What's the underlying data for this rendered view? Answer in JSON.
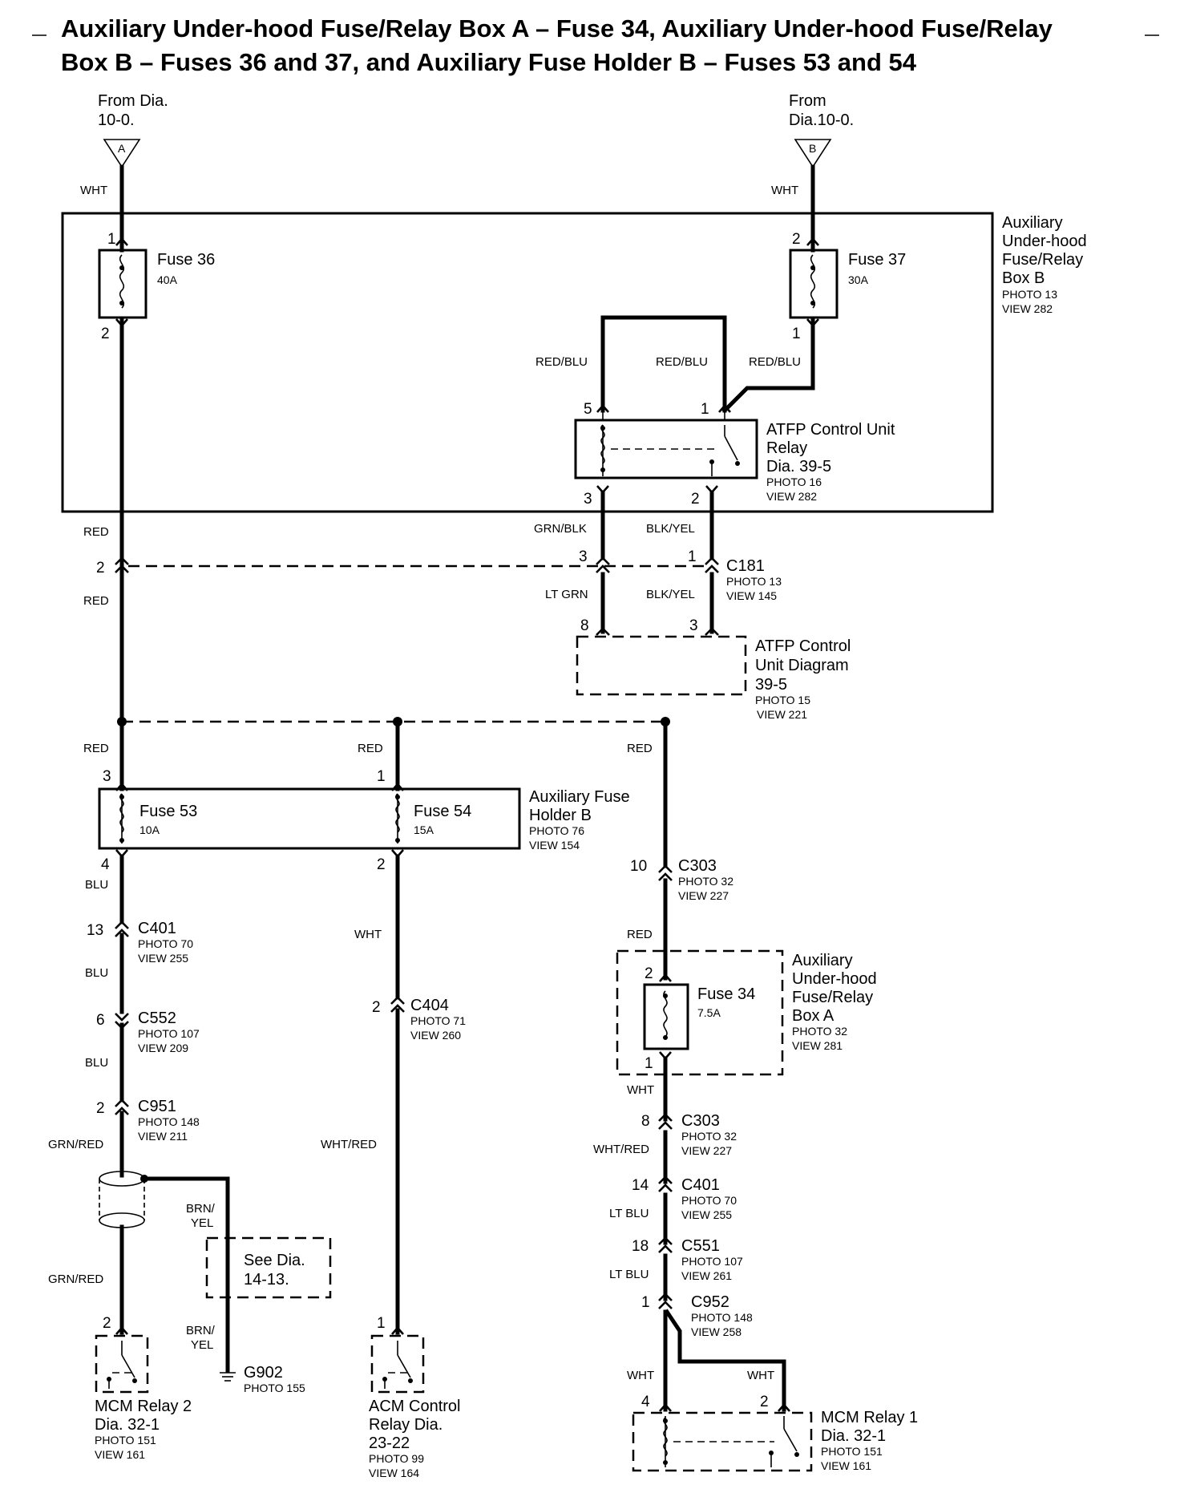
{
  "title": {
    "line1": "Auxiliary Under-hood Fuse/Relay Box A – Fuse 34, Auxiliary Under-hood Fuse/Relay",
    "line2": "Box B – Fuses 36 and 37, and Auxiliary Fuse Holder B – Fuses 53 and 54"
  },
  "sources": {
    "a": {
      "line1": "From Dia.",
      "line2": "10-0.",
      "letter": "A"
    },
    "b": {
      "line1": "From",
      "line2": "Dia.10-0.",
      "letter": "B"
    }
  },
  "box_b": {
    "lines": [
      "Auxiliary",
      "Under-hood",
      "Fuse/Relay",
      "Box B"
    ],
    "photo": "PHOTO 13",
    "view": "VIEW 282"
  },
  "fuses": {
    "f36": {
      "name": "Fuse 36",
      "rating": "40A",
      "pin_in": "1",
      "pin_out": "2"
    },
    "f37": {
      "name": "Fuse 37",
      "rating": "30A",
      "pin_in": "2",
      "pin_out": "1"
    },
    "f53": {
      "name": "Fuse 53",
      "rating": "10A",
      "pin_in": "3",
      "pin_out": "4"
    },
    "f54": {
      "name": "Fuse 54",
      "rating": "15A",
      "pin_in": "1",
      "pin_out": "2"
    },
    "f34": {
      "name": "Fuse 34",
      "rating": "7.5A",
      "pin_in": "2",
      "pin_out": "1"
    }
  },
  "atfp_relay": {
    "lines": [
      "ATFP Control Unit",
      "Relay",
      "Dia. 39-5"
    ],
    "photo": "PHOTO 16",
    "view": "VIEW 282",
    "pins": {
      "p5": "5",
      "p1": "1",
      "p3": "3",
      "p2": "2"
    }
  },
  "c181": {
    "name": "C181",
    "photo": "PHOTO 13",
    "view": "VIEW 145",
    "pin_left": "2",
    "pin_mid": "3",
    "pin_right": "1"
  },
  "atfp_unit": {
    "lines": [
      "ATFP Control",
      "Unit Diagram",
      "39-5"
    ],
    "photo": "PHOTO 15",
    "view": "VIEW 221",
    "pin_left": "8",
    "pin_right": "3"
  },
  "holder_b": {
    "lines": [
      "Auxiliary Fuse",
      "Holder B"
    ],
    "photo": "PHOTO 76",
    "view": "VIEW 154"
  },
  "box_a": {
    "lines": [
      "Auxiliary",
      "Under-hood",
      "Fuse/Relay",
      "Box A"
    ],
    "photo": "PHOTO 32",
    "view": "VIEW 281"
  },
  "wires": {
    "wht_a": "WHT",
    "wht_b": "WHT",
    "redblu_1": "RED/BLU",
    "redblu_2": "RED/BLU",
    "redblu_3": "RED/BLU",
    "grnblk": "GRN/BLK",
    "blkyel_1": "BLK/YEL",
    "blkyel_2": "BLK/YEL",
    "ltgrn": "LT GRN",
    "red_1": "RED",
    "red_2": "RED",
    "red_3": "RED",
    "red_4": "RED",
    "red_5": "RED",
    "red_6": "RED",
    "blu_1": "BLU",
    "blu_2": "BLU",
    "blu_3": "BLU",
    "grnred_1": "GRN/RED",
    "grnred_2": "GRN/RED",
    "brnyel_1a": "BRN/",
    "brnyel_1b": "YEL",
    "brnyel_2a": "BRN/",
    "brnyel_2b": "YEL",
    "wht_mid": "WHT",
    "whtred_mid": "WHT/RED",
    "wht_r1": "WHT",
    "whtred_r": "WHT/RED",
    "ltblu_1": "LT BLU",
    "ltblu_2": "LT BLU",
    "wht_r2": "WHT",
    "wht_r3": "WHT"
  },
  "connectors": {
    "c401_l": {
      "name": "C401",
      "pin": "13",
      "photo": "PHOTO 70",
      "view": "VIEW 255"
    },
    "c552": {
      "name": "C552",
      "pin": "6",
      "photo": "PHOTO 107",
      "view": "VIEW 209"
    },
    "c951": {
      "name": "C951",
      "pin": "2",
      "photo": "PHOTO 148",
      "view": "VIEW 211"
    },
    "c404": {
      "name": "C404",
      "pin": "2",
      "photo": "PHOTO 71",
      "view": "VIEW 260"
    },
    "c303_a": {
      "name": "C303",
      "pin": "10",
      "photo": "PHOTO 32",
      "view": "VIEW 227"
    },
    "c303_b": {
      "name": "C303",
      "pin": "8",
      "photo": "PHOTO 32",
      "view": "VIEW 227"
    },
    "c401_r": {
      "name": "C401",
      "pin": "14",
      "photo": "PHOTO 70",
      "view": "VIEW 255"
    },
    "c551": {
      "name": "C551",
      "pin": "18",
      "photo": "PHOTO 107",
      "view": "VIEW 261"
    },
    "c952": {
      "name": "C952",
      "pin": "1",
      "photo": "PHOTO 148",
      "view": "VIEW 258"
    }
  },
  "see_dia": {
    "line1": "See Dia.",
    "line2": "14-13."
  },
  "g902": {
    "name": "G902",
    "photo": "PHOTO 155"
  },
  "mcm_relay2": {
    "lines": [
      "MCM Relay 2",
      "Dia. 32-1"
    ],
    "photo": "PHOTO 151",
    "view": "VIEW 161",
    "pin": "2"
  },
  "acm_relay": {
    "lines": [
      "ACM Control",
      "Relay Dia.",
      "23-22"
    ],
    "photo": "PHOTO 99",
    "view": "VIEW 164",
    "pin": "1"
  },
  "mcm_relay1": {
    "lines": [
      "MCM Relay 1",
      "Dia. 32-1"
    ],
    "photo": "PHOTO 151",
    "view": "VIEW 161",
    "pin_left": "4",
    "pin_right": "2"
  }
}
